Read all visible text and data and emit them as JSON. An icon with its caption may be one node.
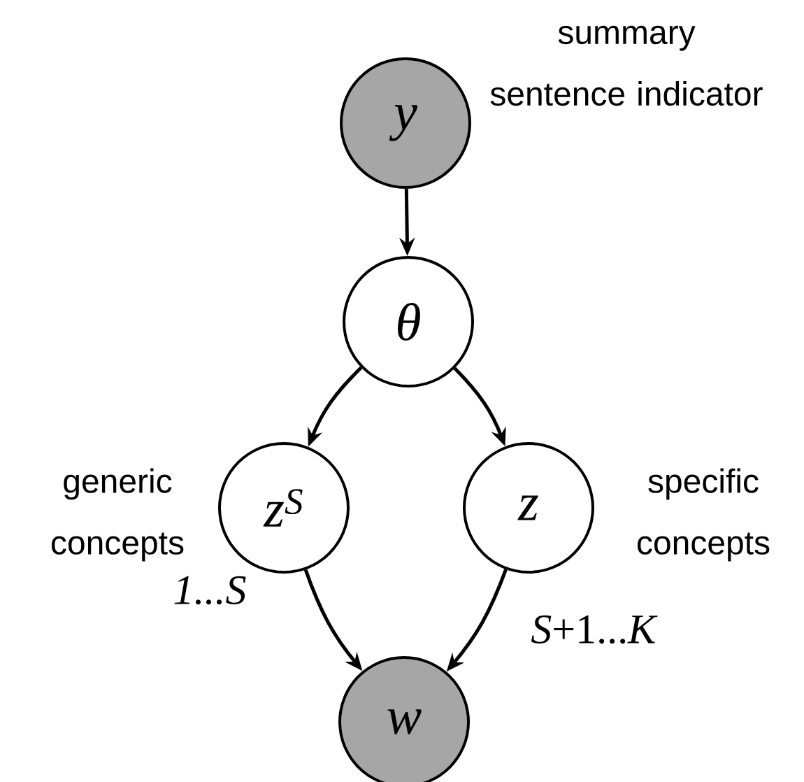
{
  "diagram": {
    "nodes": [
      {
        "text": [
          "y"
        ],
        "beside": [
          "summary sentence indicator"
        ]
      },
      {
        "text": [
          "θ"
        ]
      },
      {
        "text": [
          "z$^{S}$"
        ],
        "beside": [
          "generic concepts",
          "1...S"
        ]
      },
      {
        "text": [
          "z"
        ],
        "beside": [
          "specific concepts",
          "*S*+1...*K*"
        ]
      },
      {
        "text": [
          "w"
        ]
      }
    ],
    "edges": [
      {
        "from": 0,
        "to": 1,
        "arrow": "to"
      },
      {
        "from": 1,
        "to": 2,
        "arrow": "to"
      },
      {
        "from": 1,
        "to": 3,
        "arrow": "to"
      },
      {
        "from": 2,
        "to": 4,
        "arrow": "to"
      },
      {
        "from": 3,
        "to": 4,
        "arrow": "to"
      }
    ]
  }
}
